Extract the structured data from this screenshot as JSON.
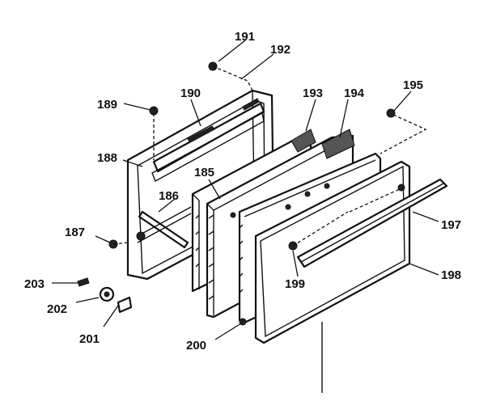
{
  "callouts": {
    "p185": "185",
    "p186": "186",
    "p187": "187",
    "p188": "188",
    "p189": "189",
    "p190": "190",
    "p191": "191",
    "p192": "192",
    "p193": "193",
    "p194": "194",
    "p195": "195",
    "p197": "197",
    "p198": "198",
    "p199": "199",
    "p200": "200",
    "p201": "201",
    "p202": "202",
    "p203": "203"
  }
}
